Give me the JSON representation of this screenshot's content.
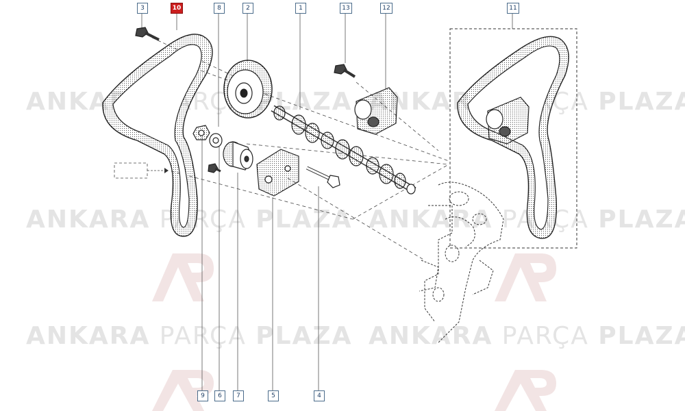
{
  "watermark": {
    "brand_1": "ANKARA",
    "brand_2": "PARÇA",
    "brand_3": "PLAZA",
    "logo_letters": "AP"
  },
  "callouts": [
    {
      "id": "3",
      "active": false
    },
    {
      "id": "10",
      "active": true
    },
    {
      "id": "8",
      "active": false
    },
    {
      "id": "2",
      "active": false
    },
    {
      "id": "1",
      "active": false
    },
    {
      "id": "13",
      "active": false
    },
    {
      "id": "12",
      "active": false
    },
    {
      "id": "11",
      "active": false
    },
    {
      "id": "9",
      "active": false
    },
    {
      "id": "6",
      "active": false
    },
    {
      "id": "7",
      "active": false
    },
    {
      "id": "5",
      "active": false
    },
    {
      "id": "4",
      "active": false
    }
  ],
  "colors": {
    "line": "#3a3a3a",
    "callout_border": "#4a6b8a",
    "active_callout": "#cc1f1f",
    "watermark": "#e4e4e4",
    "logo": "#f1e3e3"
  }
}
